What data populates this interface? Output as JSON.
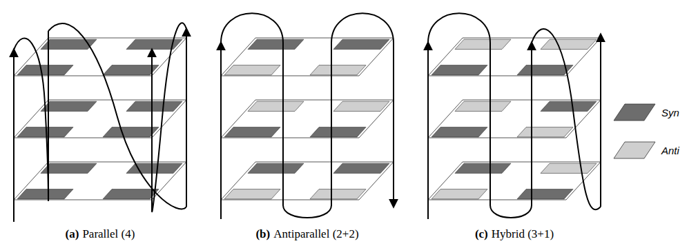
{
  "diagram": {
    "labels": [
      "(a)",
      "Parallel (4)",
      "(b)",
      "Antiparallel (2+2)",
      "(c)",
      "Hybrid (3+1)"
    ],
    "legend": [
      {
        "text": "Syn",
        "color": "#6d6d6d"
      },
      {
        "text": "Anti",
        "color": "#cfcfcf"
      }
    ]
  }
}
